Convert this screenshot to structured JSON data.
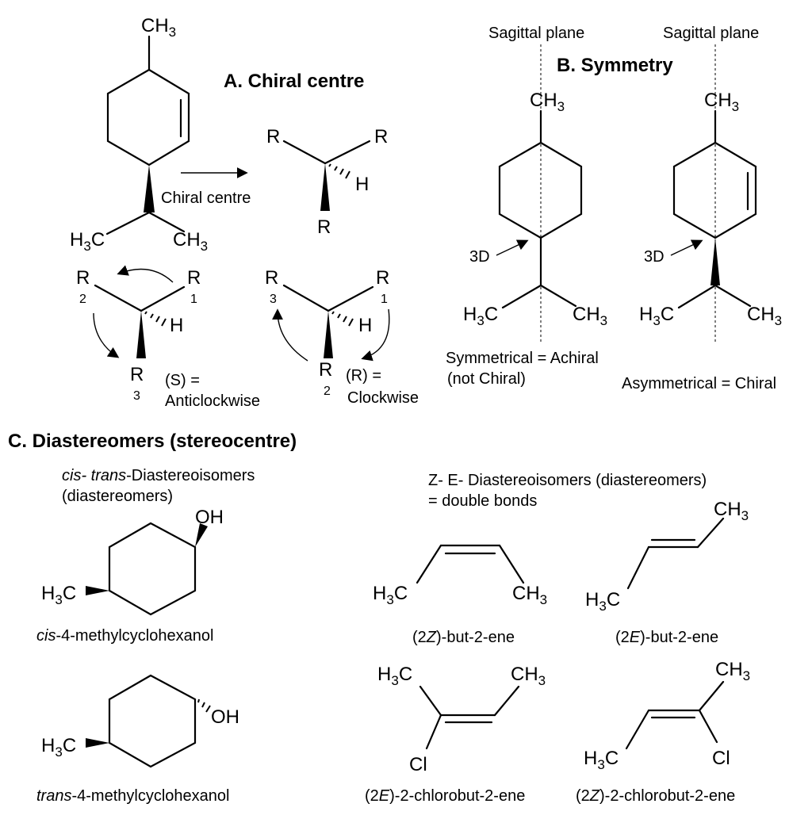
{
  "colors": {
    "ink": "#000000",
    "background": "#ffffff"
  },
  "sections": {
    "a_title": "A. Chiral centre",
    "b_title": "B. Symmetry",
    "c_title": "C. Diastereomers  (stereocentre)"
  },
  "chiral": {
    "ch3": "CH",
    "sub3": "3",
    "h3c": "H",
    "c": "C",
    "arrow_label": "Chiral centre",
    "r": "R",
    "h": "H",
    "sub1": "1",
    "sub2": "2",
    "s_label": "(S) =",
    "s_desc": "Anticlockwise",
    "r_label": "(R) =",
    "r_desc": "Clockwise"
  },
  "symmetry": {
    "plane": "Sagittal plane",
    "threeD": "3D",
    "sym_line1": "Symmetrical = Achiral",
    "sym_line2": "(not Chiral)",
    "asym": "Asymmetrical = Chiral"
  },
  "diastereomers": {
    "cis_trans_italic1": "cis-",
    "cis_trans_italic2": " trans",
    "cis_trans_rest": "-Diastereoisomers",
    "cis_trans_paren": "(diastereomers)",
    "oh": "OH",
    "cis_italic": "cis",
    "trans_italic": "trans",
    "cyclo_name": "-4-methylcyclohexanol",
    "ze_line1": "Z- E- Diastereoisomers (diastereomers)",
    "ze_line2": "= double bonds",
    "cl": "Cl",
    "name_2z_but_open": "(2",
    "name_z": "Z",
    "name_e": "E",
    "name_but_close": ")-but-2-ene",
    "name_chloro_close": ")-2-chlorobut-2-ene"
  }
}
